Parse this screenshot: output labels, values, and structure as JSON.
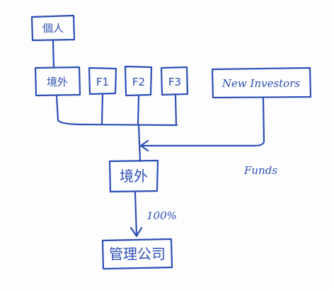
{
  "nodes": {
    "individual": "個人",
    "offshore_top": "境外",
    "f1": "F1",
    "f2": "F2",
    "f3": "F3",
    "new_investors": "New Investors",
    "offshore_mid": "境外",
    "management_company": "管理公司"
  },
  "edge_labels": {
    "funds": "Funds",
    "ownership": "100%"
  }
}
